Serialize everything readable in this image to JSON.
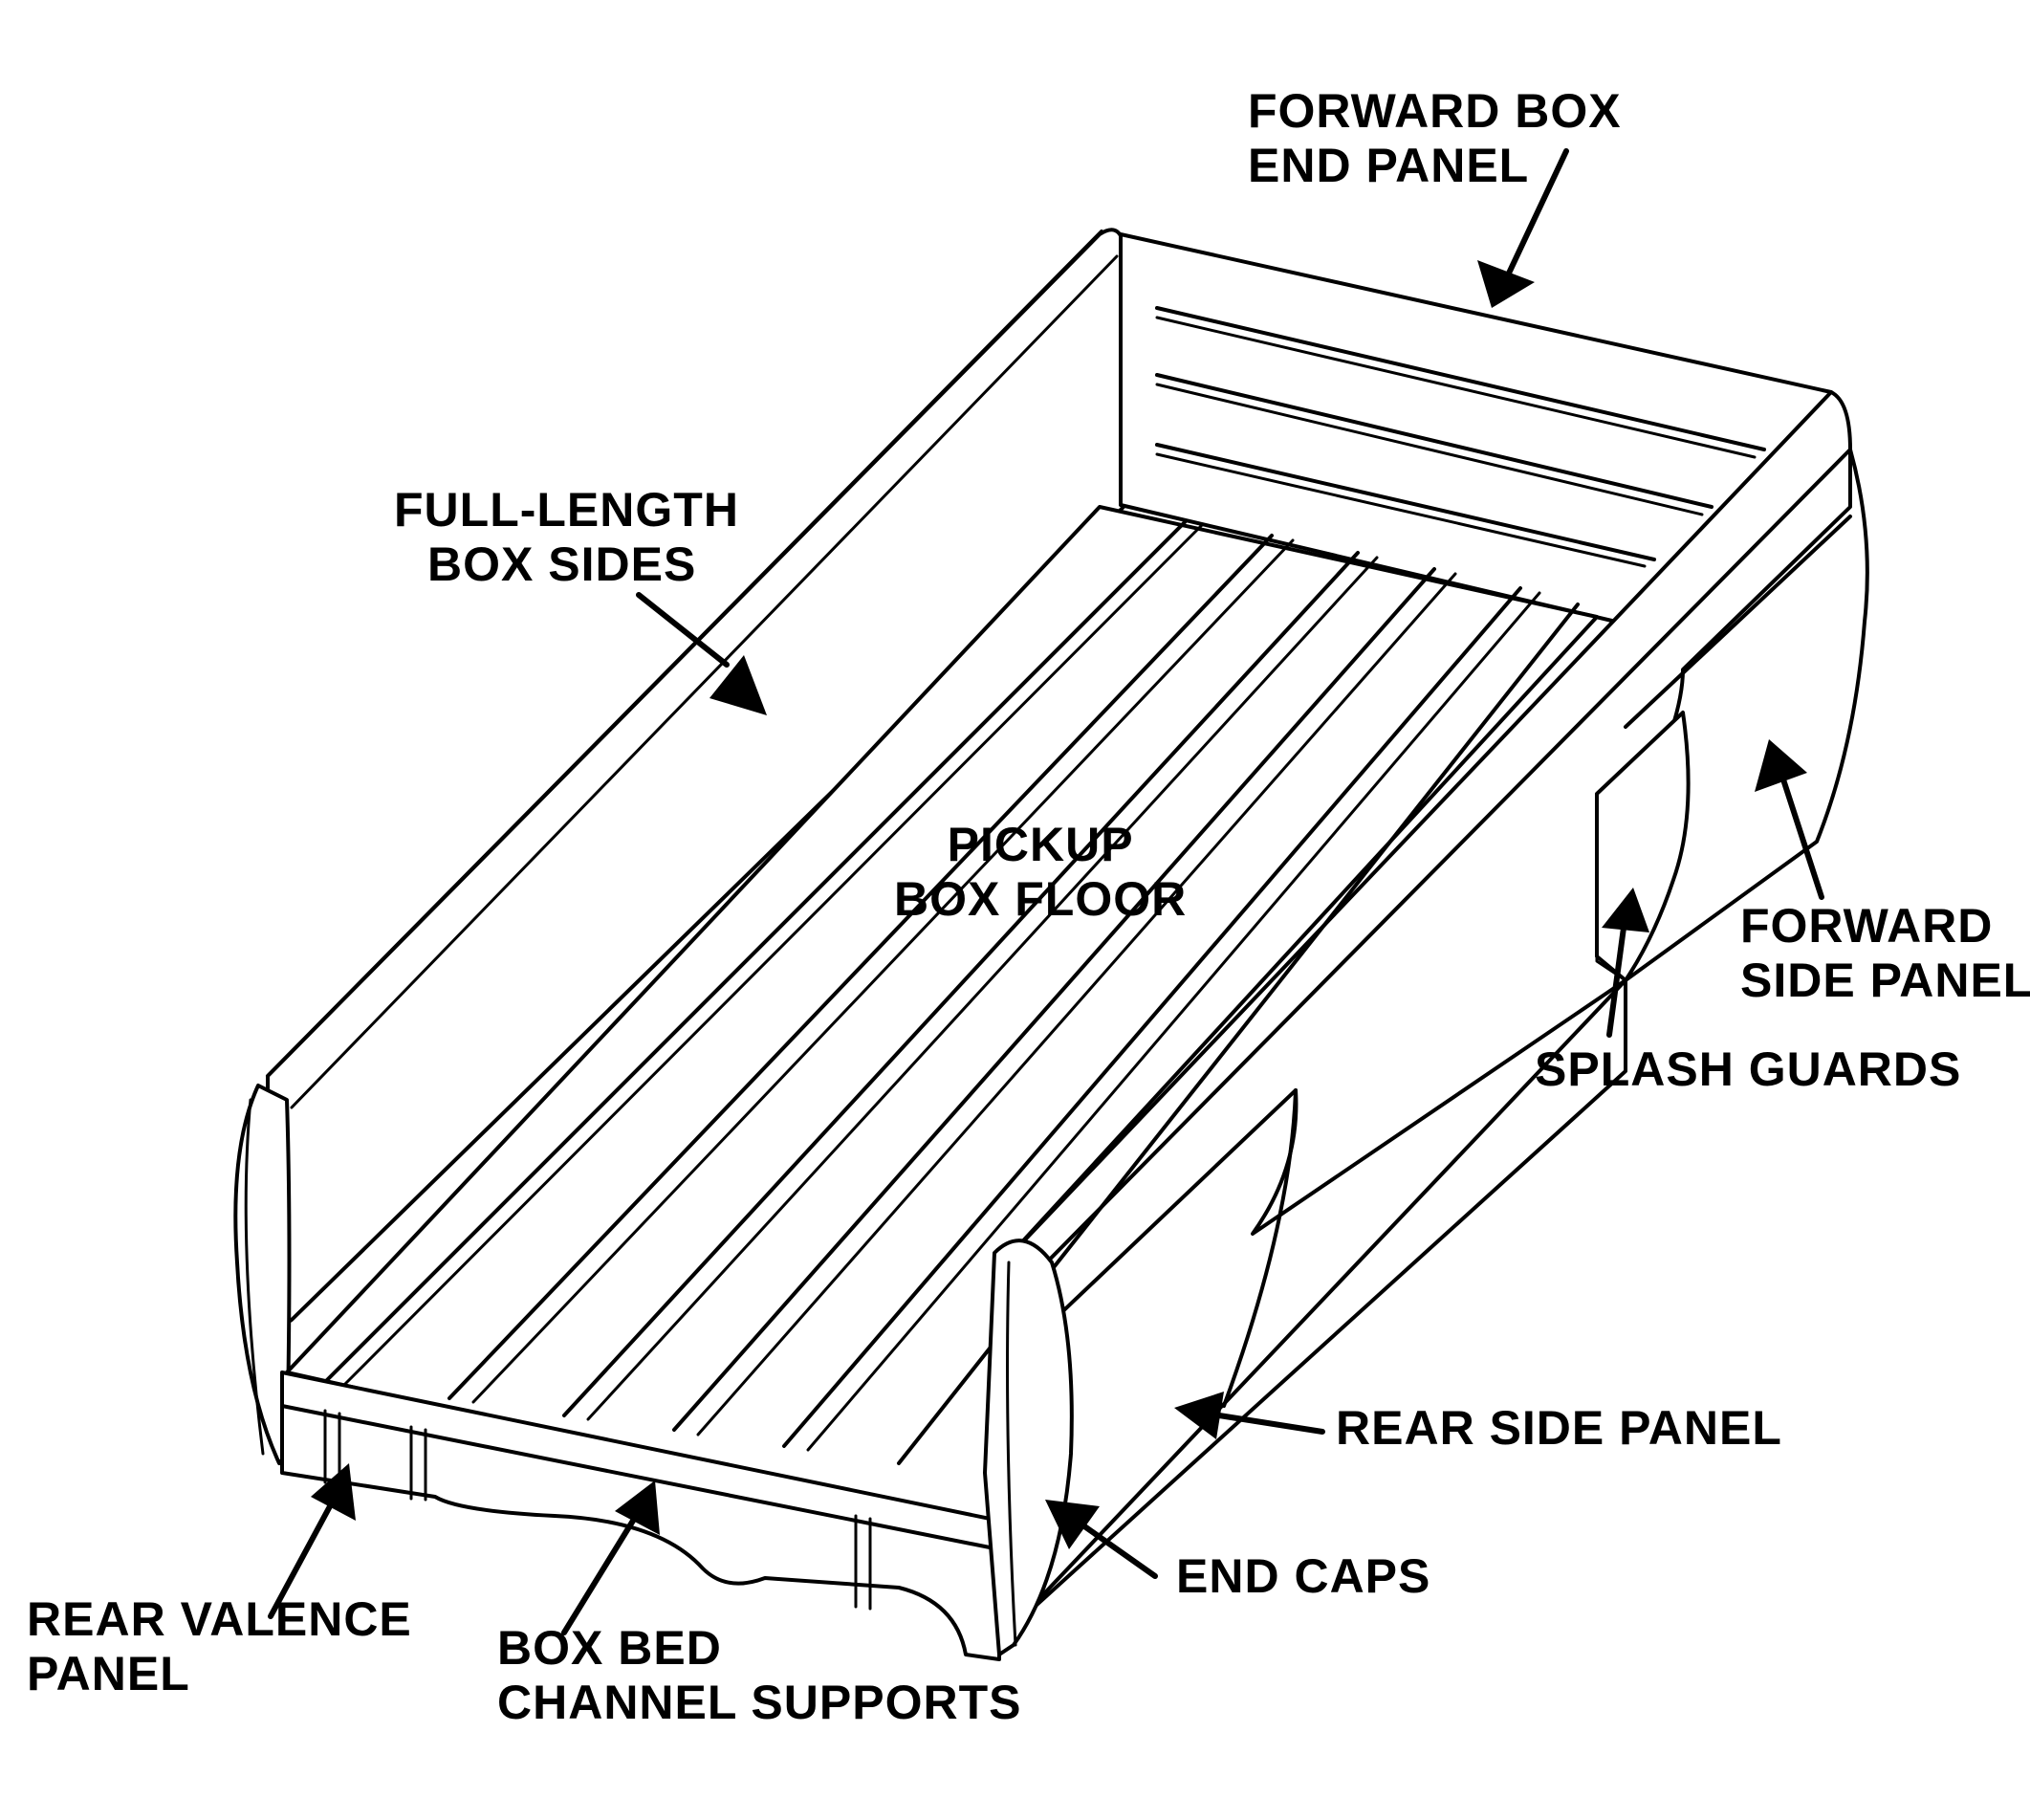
{
  "labels": {
    "forward_box_end_panel": [
      "FORWARD BOX",
      "END PANEL"
    ],
    "full_length_box_sides": [
      "FULL-LENGTH",
      "BOX SIDES"
    ],
    "pickup_box_floor": [
      "PICKUP",
      "BOX FLOOR"
    ],
    "forward_side_panel": [
      "FORWARD",
      "SIDE PANEL"
    ],
    "splash_guards": [
      "SPLASH GUARDS"
    ],
    "rear_side_panel": [
      "REAR SIDE PANEL"
    ],
    "end_caps": [
      "END CAPS"
    ],
    "rear_valence_panel": [
      "REAR VALENCE",
      "PANEL"
    ],
    "box_bed_channel_supports": [
      "BOX BED",
      "CHANNEL SUPPORTS"
    ]
  }
}
